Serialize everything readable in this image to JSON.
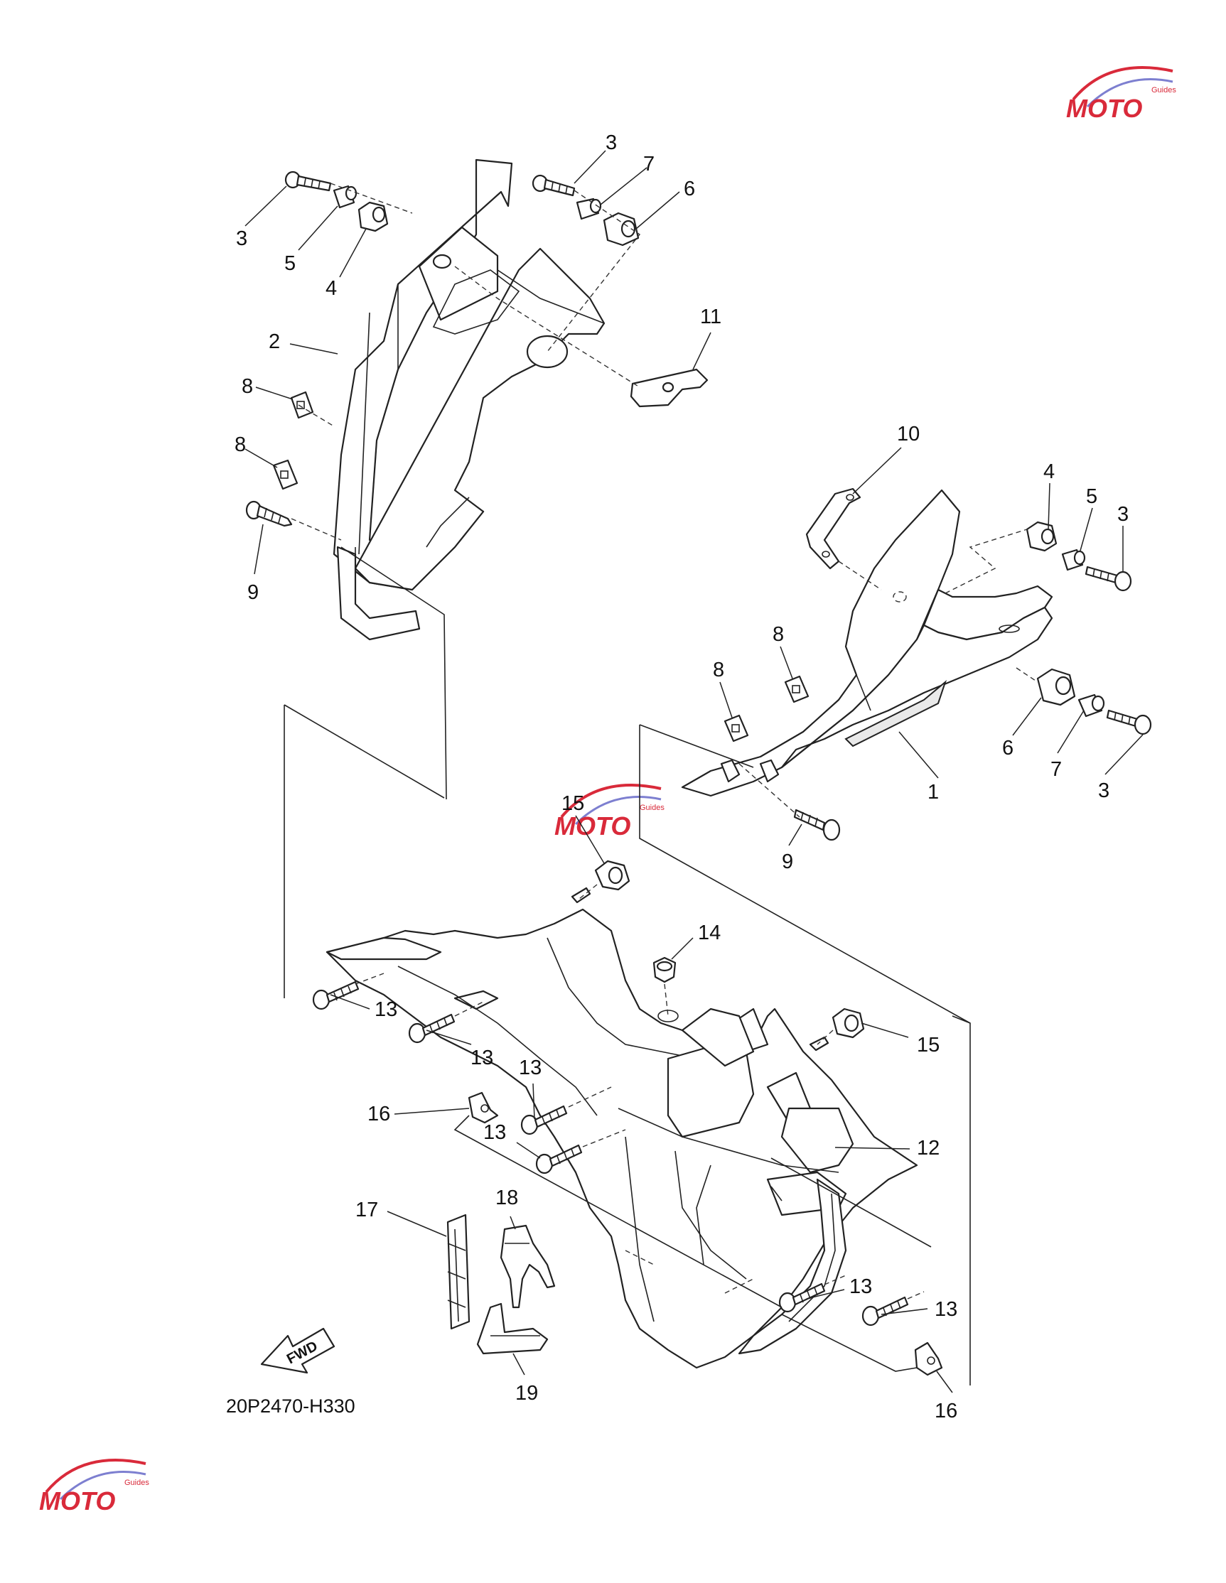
{
  "diagram_code": "20P2470-H330",
  "fwd_label": "FWD",
  "watermark": {
    "brand": "MOTO",
    "sub": "Guides",
    "color": "#d92a3a"
  },
  "callouts": {
    "c3a": "3",
    "c5a": "5",
    "c4a": "4",
    "c3b": "3",
    "c7a": "7",
    "c6a": "6",
    "c2": "2",
    "c11": "11",
    "c8a": "8",
    "c8b": "8",
    "c9a": "9",
    "c10": "10",
    "c4b": "4",
    "c5b": "5",
    "c3c": "3",
    "c8c": "8",
    "c8d": "8",
    "c6b": "6",
    "c7b": "7",
    "c3d": "3",
    "c1": "1",
    "c15a": "15",
    "c9b": "9",
    "c14": "14",
    "c13a": "13",
    "c13b": "13",
    "c15b": "15",
    "c13c": "13",
    "c16a": "16",
    "c13d": "13",
    "c12": "12",
    "c17": "17",
    "c18": "18",
    "c13e": "13",
    "c13f": "13",
    "c19": "19",
    "c16b": "16"
  }
}
